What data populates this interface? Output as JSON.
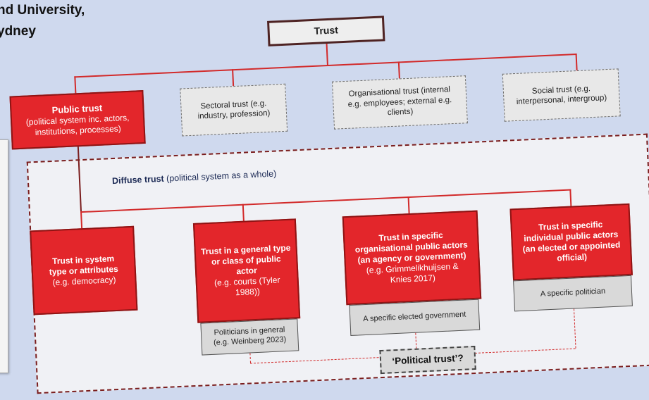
{
  "header": {
    "line1": "nd University,",
    "line2": "ydney"
  },
  "top": {
    "label": "Trust"
  },
  "level1": [
    {
      "title": "Public trust",
      "sub": "(political system inc. actors, institutions, processes)"
    },
    {
      "text": "Sectoral trust (e.g. industry, profession)"
    },
    {
      "text": "Organisational trust (internal e.g. employees; external e.g. clients)"
    },
    {
      "text": "Social trust (e.g. interpersonal, intergroup)"
    }
  ],
  "diffuse": {
    "bold": "Diffuse trust",
    "rest": " (political system as a whole)"
  },
  "level2": [
    {
      "title": "Trust in system type or attributes",
      "sub": "(e.g. democracy)"
    },
    {
      "title": "Trust in a general type or class of public actor",
      "sub": "(e.g. courts (Tyler 1988))"
    },
    {
      "title": "Trust in specific organisational public actors (an agency or government)",
      "sub": "(e.g. Grimmelikhuijsen & Knies 2017)"
    },
    {
      "title": "Trust in specific individual public actors (an elected or appointed official)",
      "sub": ""
    }
  ],
  "examples": [
    "Politicians in general (e.g. Weinberg 2023)",
    "A specific elected government",
    "A specific politician"
  ],
  "political_trust": "‘Political trust’?"
}
